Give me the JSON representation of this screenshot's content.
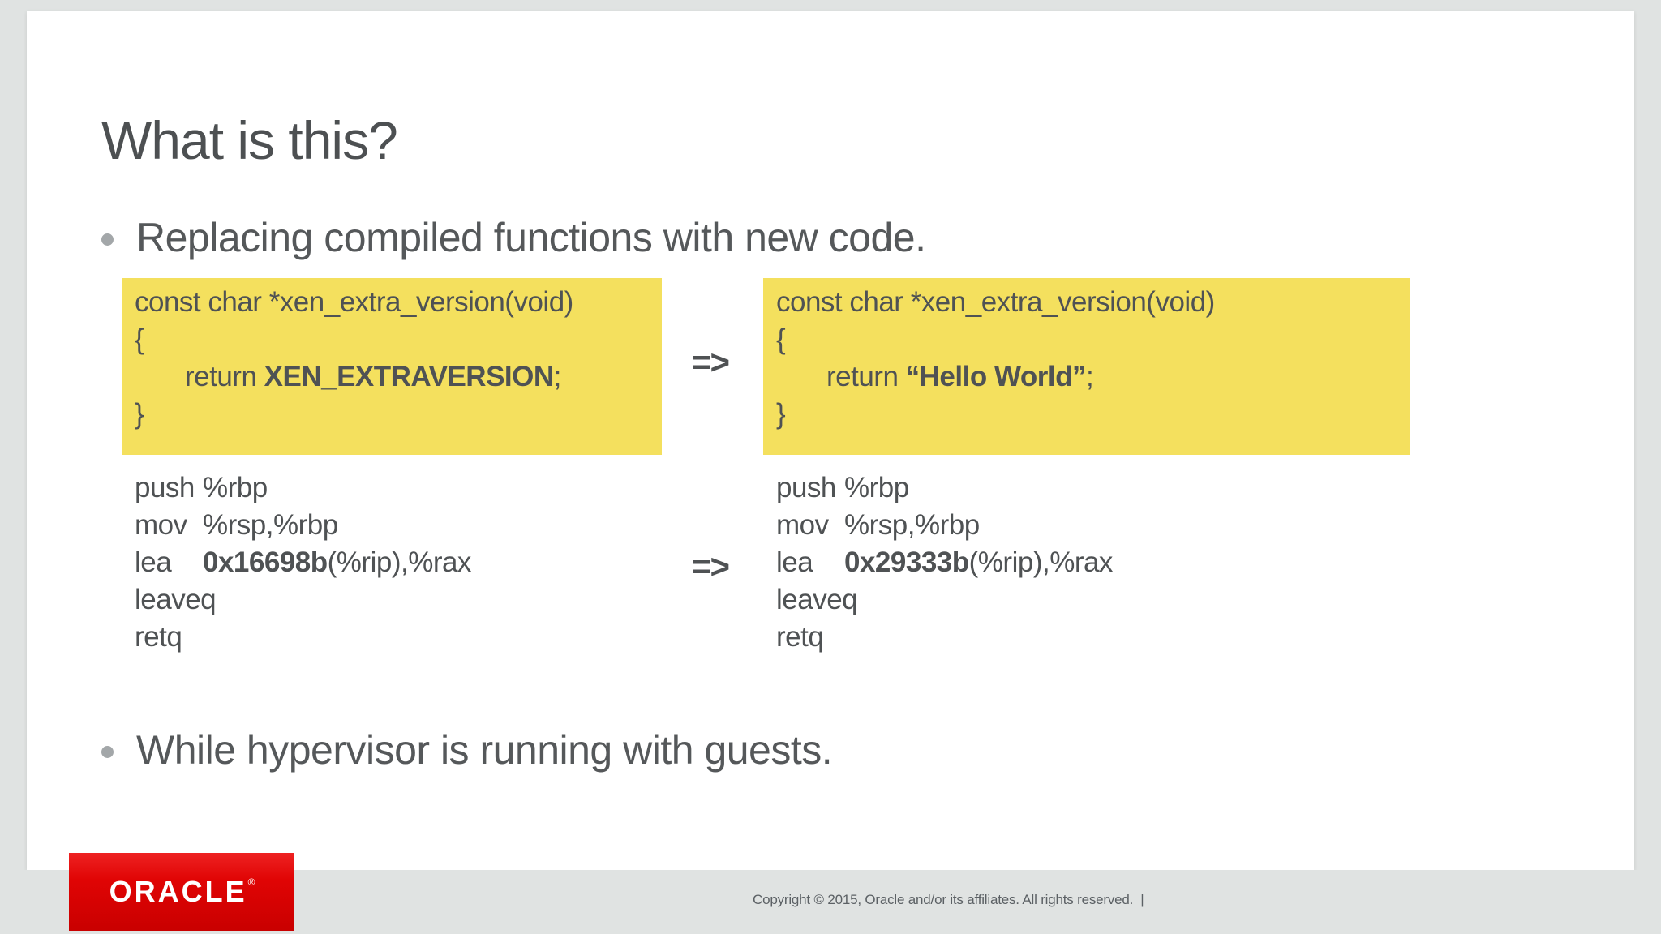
{
  "slide": {
    "title": "What is this?",
    "bullet_1": "Replacing compiled functions with new code.",
    "bullet_2": "While hypervisor is running with guests.",
    "transform_arrow": "=>",
    "code_before": {
      "signature": "const char *xen_extra_version(void)",
      "open_brace": "{",
      "return_keyword": "return ",
      "return_value": "XEN_EXTRAVERSION",
      "statement_end": ";",
      "close_brace": "}"
    },
    "code_after": {
      "signature": "const char *xen_extra_version(void)",
      "open_brace": "{",
      "return_keyword": "return ",
      "return_value": "“Hello World”",
      "statement_end": ";",
      "close_brace": "}"
    },
    "asm_before": {
      "line_1_mnemonic": "push",
      "line_1_operand": "%rbp",
      "line_2_mnemonic": "mov",
      "line_2_operand": "%rsp,%rbp",
      "line_3_mnemonic": "lea",
      "line_3_operand_bold": "0x16698b",
      "line_3_operand_rest": "(%rip),%rax",
      "line_4_mnemonic": "leaveq",
      "line_5_mnemonic": "retq"
    },
    "asm_after": {
      "line_1_mnemonic": "push",
      "line_1_operand": "%rbp",
      "line_2_mnemonic": "mov",
      "line_2_operand": "%rsp,%rbp",
      "line_3_mnemonic": "lea",
      "line_3_operand_bold": "0x29333b",
      "line_3_operand_rest": "(%rip),%rax",
      "line_4_mnemonic": "leaveq",
      "line_5_mnemonic": "retq"
    }
  },
  "footer": {
    "logo_text": "ORACLE",
    "logo_registered_mark": "®",
    "copyright_text": "Copyright © 2015, Oracle and/or its affiliates. All rights reserved.  |"
  },
  "colors": {
    "highlight_yellow": "#f4e05e",
    "oracle_red": "#e00404",
    "text_dark": "#4f5254",
    "background_gray": "#e0e3e2"
  }
}
